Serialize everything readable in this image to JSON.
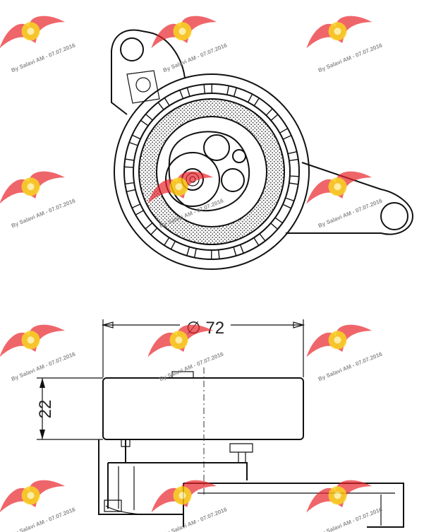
{
  "drawing": {
    "diameter_label": "∅ 72",
    "height_label": "22"
  },
  "watermark": {
    "text": "By Salavi AM - 07.07.2016"
  },
  "colors": {
    "line": "#111111",
    "watermark_red": "#e8232a",
    "watermark_yellow": "#f6c800"
  }
}
